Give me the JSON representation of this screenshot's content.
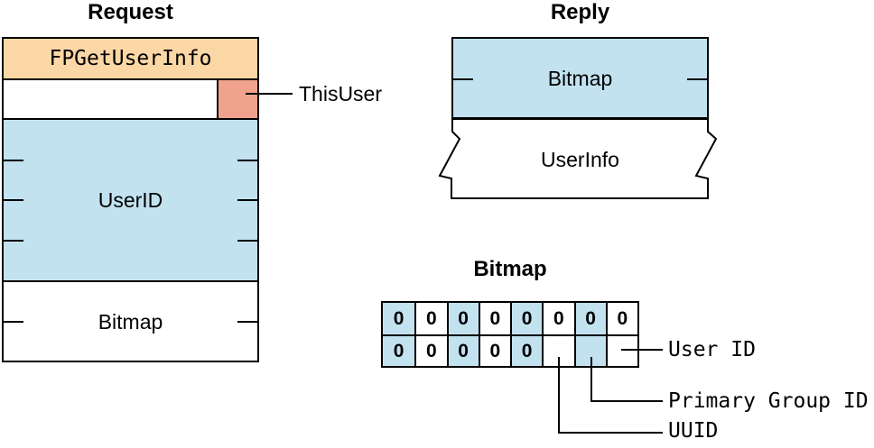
{
  "request": {
    "title": "Request",
    "opcode": "FPGetUserInfo",
    "callout_this_user": "ThisUser",
    "field_user_id": "UserID",
    "field_bitmap": "Bitmap"
  },
  "reply": {
    "title": "Reply",
    "field_bitmap": "Bitmap",
    "field_user_info": "UserInfo"
  },
  "bitmap_detail": {
    "title": "Bitmap",
    "rows": [
      [
        "0",
        "0",
        "0",
        "0",
        "0",
        "0",
        "0",
        "0"
      ],
      [
        "0",
        "0",
        "0",
        "0",
        "0",
        "",
        "",
        ""
      ]
    ],
    "callout_user_id": "User ID",
    "callout_primary_group_id": "Primary Group ID",
    "callout_uuid": "UUID"
  },
  "colors": {
    "header_orange": "#FBD7A5",
    "highlight_pink": "#F1A28D",
    "field_blue": "#C2E2F0",
    "line_black": "#000000"
  }
}
